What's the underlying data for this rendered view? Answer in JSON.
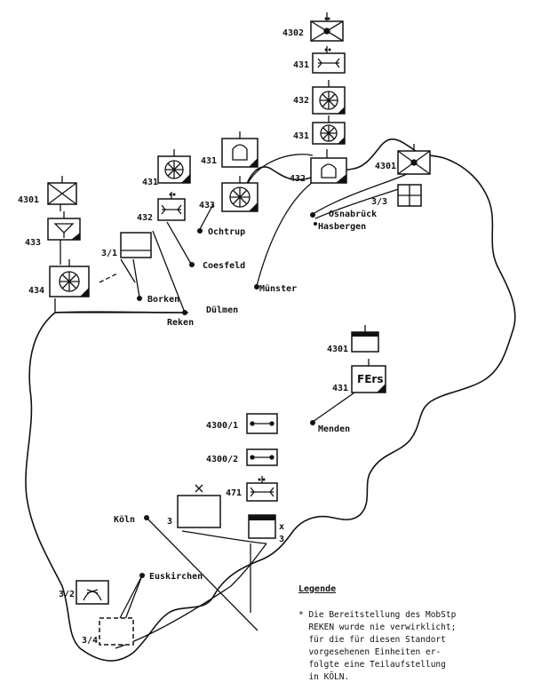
{
  "unit_labels": {
    "u4302_top": "4302",
    "u431_a": "431",
    "u432_a": "432",
    "u431_b": "431",
    "u432_b": "432",
    "u4301_right": "4301",
    "u33_right": "3/3",
    "u431_c": "431",
    "u432_c": "432",
    "u431_d": "431",
    "u433_a": "433",
    "u4301_left": "4301",
    "u433_left": "433",
    "u31_left": "3/1",
    "u434_left": "434",
    "u4301_menden": "4301",
    "u431_menden": "431",
    "u4300_1": "4300/1",
    "u4300_2": "4300/2",
    "u471": "471",
    "u3_koeln": "3",
    "u32_eus": "3/2",
    "u34_eus": "3/4",
    "u_x3": "x",
    "u_3b": "3"
  },
  "fers_label": "FErs",
  "cities": {
    "ochtrup": "Ochtrup",
    "osnabrueck": "Osnabrück",
    "hasbergen": "Hasbergen",
    "coesfeld": "Coesfeld",
    "muenster": "Münster",
    "borken": "Borken",
    "duelmen": "Dülmen",
    "reken": "Reken",
    "menden": "Menden",
    "koeln": "Köln",
    "euskirchen": "Euskirchen"
  },
  "legend": {
    "title": "Legende",
    "note": "* Die Bereitstellung des MobStp\n  REKEN wurde nie verwirklicht;\n  für die für diesen Standort\n  vorgesehenen Einheiten er-\n  folgte eine Teilaufstellung\n  in KÖLN."
  }
}
